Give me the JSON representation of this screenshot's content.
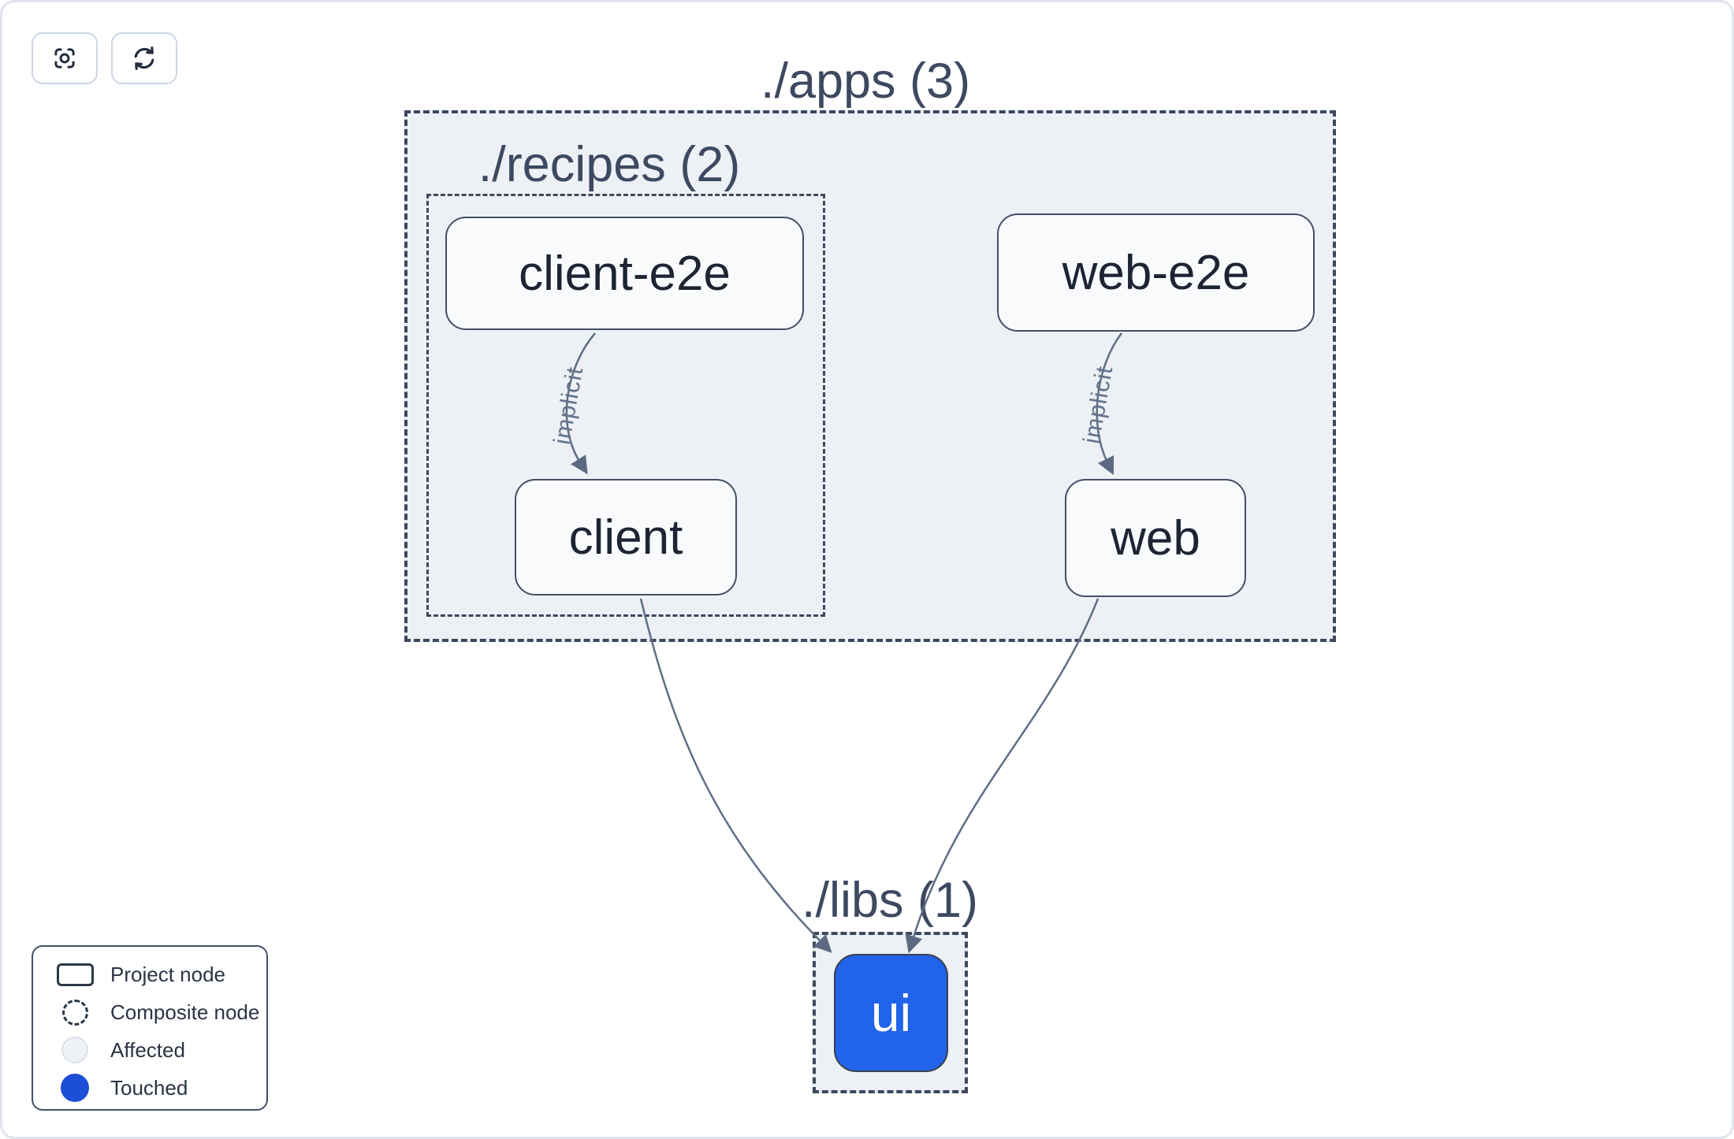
{
  "toolbar": {
    "buttons": [
      {
        "name": "focus",
        "icon": "focus-icon"
      },
      {
        "name": "refresh",
        "icon": "refresh-icon"
      }
    ]
  },
  "graph": {
    "groups": [
      {
        "id": "apps",
        "label": "./apps (3)"
      },
      {
        "id": "recipes",
        "label": "./recipes (2)"
      },
      {
        "id": "libs",
        "label": "./libs (1)"
      }
    ],
    "nodes": [
      {
        "id": "client-e2e",
        "label": "client-e2e",
        "state": "normal"
      },
      {
        "id": "web-e2e",
        "label": "web-e2e",
        "state": "normal"
      },
      {
        "id": "client",
        "label": "client",
        "state": "normal"
      },
      {
        "id": "web",
        "label": "web",
        "state": "normal"
      },
      {
        "id": "ui",
        "label": "ui",
        "state": "touched"
      }
    ],
    "edges": [
      {
        "from": "client-e2e",
        "to": "client",
        "label": "implicit"
      },
      {
        "from": "web-e2e",
        "to": "web",
        "label": "implicit"
      },
      {
        "from": "client",
        "to": "ui",
        "label": ""
      },
      {
        "from": "web",
        "to": "ui",
        "label": ""
      }
    ]
  },
  "legend": {
    "items": [
      {
        "label": "Project node",
        "swatch": "project"
      },
      {
        "label": "Composite node",
        "swatch": "composite"
      },
      {
        "label": "Affected",
        "swatch": "affected"
      },
      {
        "label": "Touched",
        "swatch": "touched"
      }
    ]
  },
  "colors": {
    "touched_node_fill": "#2263eb",
    "touched_legend_dot": "#1d4ed8",
    "affected_fill": "#eef1f5",
    "group_fill": "#edf0f5",
    "dash_border": "#3c485e",
    "edge_stroke": "#5f6e86"
  }
}
